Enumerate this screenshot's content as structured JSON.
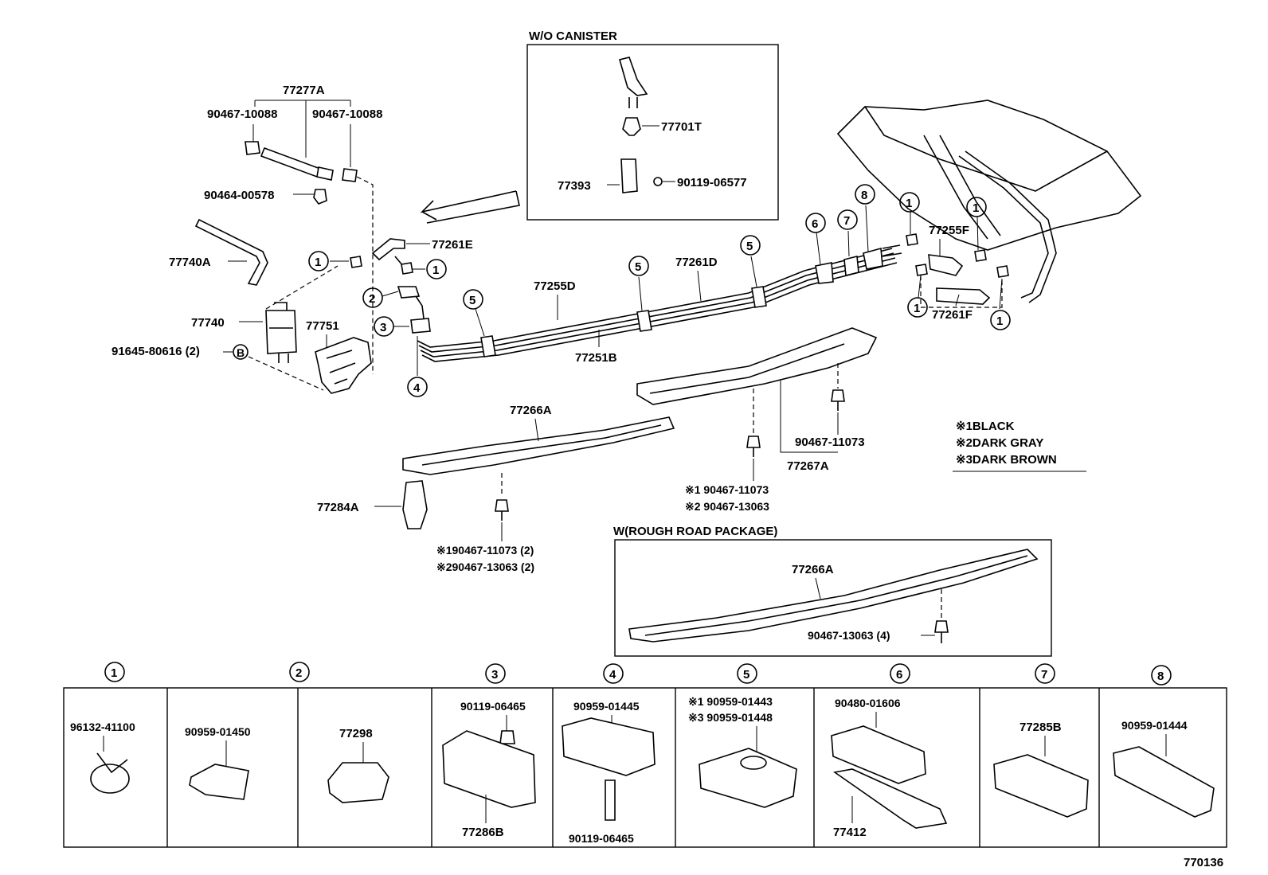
{
  "inset_wo_canister": {
    "title": "W/O CANISTER",
    "parts": [
      "77701T",
      "77393",
      "90119-06577"
    ]
  },
  "inset_rough_road": {
    "title": "W(ROUGH ROAD PACKAGE)",
    "parts": [
      "77266A",
      "90467-13063 (4)"
    ]
  },
  "legend": {
    "items": [
      "※1BLACK",
      "※2DARK GRAY",
      "※3DARK BROWN"
    ]
  },
  "main_labels": {
    "l77277A": "77277A",
    "l90467_10088_a": "90467-10088",
    "l90467_10088_b": "90467-10088",
    "l90464_00578": "90464-00578",
    "l77740A": "77740A",
    "l77740": "77740",
    "l91645": "91645-80616 (2)",
    "l77751": "77751",
    "l77261E": "77261E",
    "l77255D": "77255D",
    "l77261D": "77261D",
    "l77251B": "77251B",
    "l77255F": "77255F",
    "l77261F": "77261F",
    "l77266A": "77266A",
    "l77284A": "77284A",
    "l90467_11073_bot1": "※190467-11073 (2)",
    "l90467_13063_bot2": "※290467-13063 (2)",
    "l90467_11073_mid1": "※1 90467-11073",
    "l90467_13063_mid2": "※2 90467-13063",
    "l90467_11073_r": "90467-11073",
    "l77267A": "77267A",
    "bolt_marker": "B"
  },
  "callouts": [
    "1",
    "2",
    "3",
    "4",
    "5",
    "6",
    "7",
    "8"
  ],
  "clamp_table": {
    "headers": [
      "1",
      "2",
      "3",
      "4",
      "5",
      "6",
      "7",
      "8"
    ],
    "cells": [
      {
        "parts": [
          "96132-41100"
        ]
      },
      {
        "parts": [
          "90959-01450"
        ]
      },
      {
        "parts": [
          "77298"
        ]
      },
      {
        "parts": [
          "90119-06465",
          "77286B"
        ]
      },
      {
        "parts": [
          "90959-01445",
          "90119-06465"
        ]
      },
      {
        "parts": [
          "※1 90959-01443",
          "※3 90959-01448"
        ]
      },
      {
        "parts": [
          "90480-01606",
          "77412"
        ]
      },
      {
        "parts": [
          "77285B"
        ]
      },
      {
        "parts": [
          "90959-01444"
        ]
      }
    ]
  },
  "figure_number": "770136"
}
